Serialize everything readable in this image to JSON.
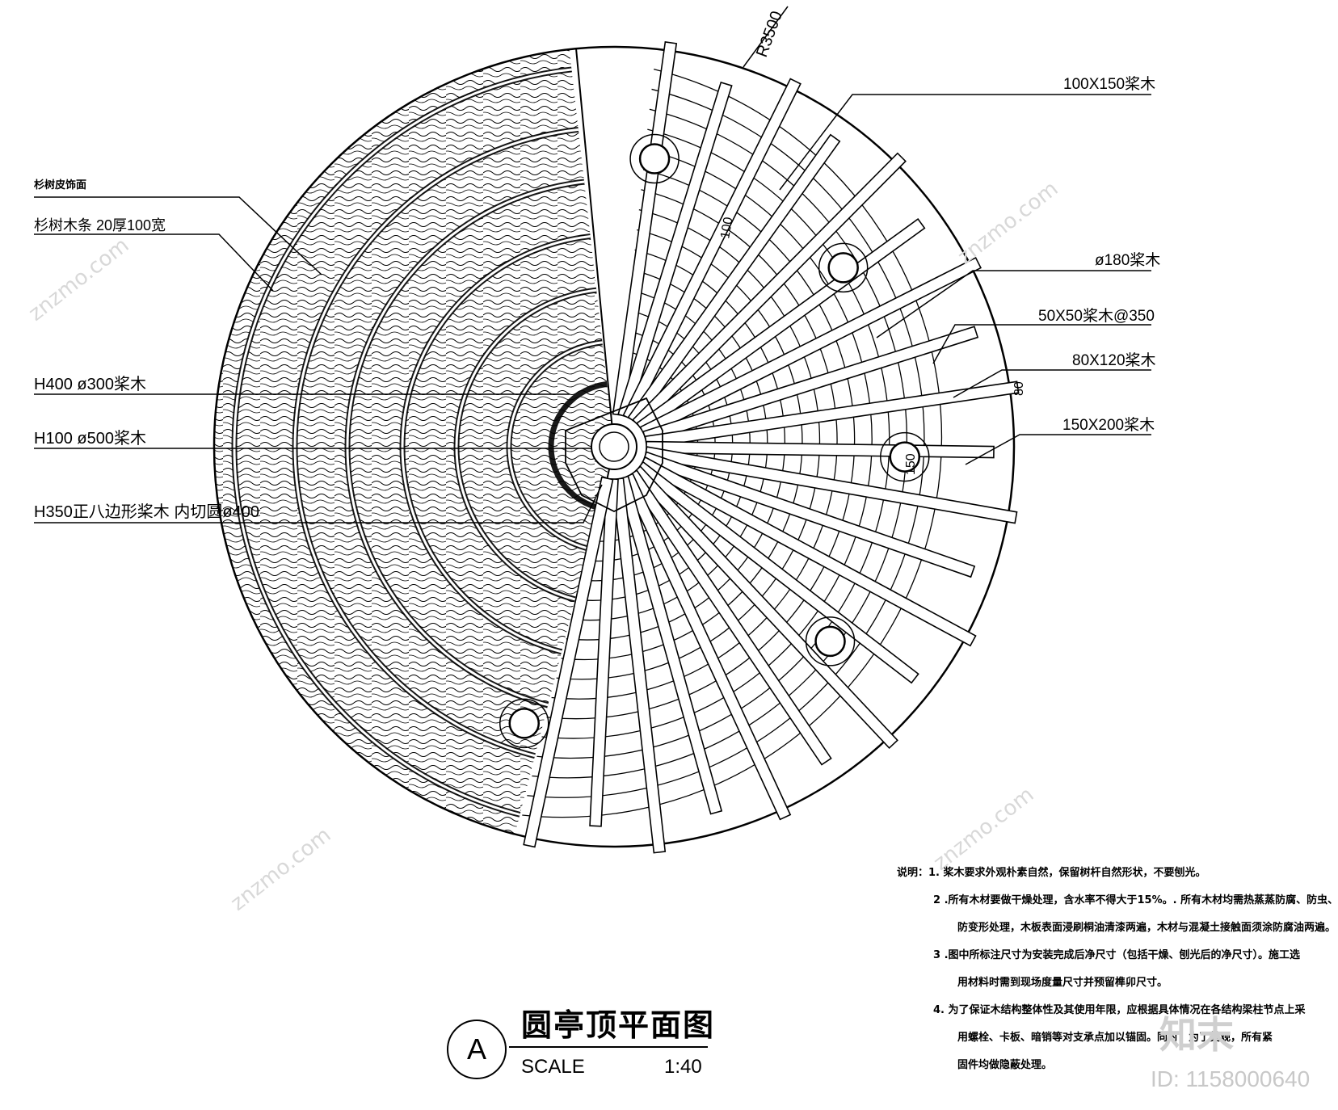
{
  "radius_label": "R3500",
  "labels_left": [
    {
      "key": "bark",
      "text": "杉树皮饰面"
    },
    {
      "key": "strip",
      "text": "杉树木条  20厚100宽"
    },
    {
      "key": "h400",
      "text": "H400  ø300桨木"
    },
    {
      "key": "h100",
      "text": "H100  ø500桨木"
    },
    {
      "key": "h350",
      "text": "H350正八边形桨木  内切圆ø400"
    }
  ],
  "labels_right": [
    {
      "key": "r1",
      "text": "100X150桨木"
    },
    {
      "key": "r2",
      "text": "ø180桨木"
    },
    {
      "key": "r3",
      "text": "50X50桨木@350"
    },
    {
      "key": "r4",
      "text": "80X120桨木"
    },
    {
      "key": "r5",
      "text": "150X200桨木"
    }
  ],
  "dims": {
    "d100": "100",
    "d80": "80",
    "d150": "150"
  },
  "title": "圆亭顶平面图",
  "section_id": "A",
  "scale_label": "SCALE",
  "scale_value": "1:40",
  "notes": [
    "说明：1.   桨木要求外观朴素自然，保留树杆自然形状，不要刨光。",
    "2  .所有木材要做干燥处理，含水率不得大于15%。. 所有木材均需热蒸蒸防腐、防虫、",
    "防变形处理，木板表面浸刷桐油清漆两遍，木材与混凝土接触面须涂防腐油两遍。",
    "3  .图中所标注尺寸为安装完成后净尺寸（包括干燥、刨光后的净尺寸）。施工选",
    "用材料时需到现场度量尺寸并预留榫卯尺寸。",
    "4. 为了保证木结构整体性及其使用年限，应根据具体情况在各结构梁柱节点上采",
    "用螺栓、卡板、暗销等对支承点加以锚固。同时，为了美观，所有紧",
    "固件均做隐蔽处理。"
  ],
  "watermark": "znzmo.com",
  "logo_text": "知末",
  "id_text": "ID: 1158000640"
}
